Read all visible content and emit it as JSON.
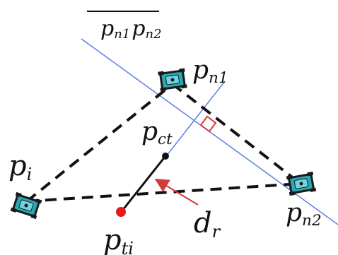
{
  "labels": {
    "overline": {
      "base1": "p",
      "sub1": "n1",
      "base2": "p",
      "sub2": "n2"
    },
    "p_n1": {
      "base": "p",
      "sub": "n1"
    },
    "p_ct": {
      "base": "p",
      "sub": "ct"
    },
    "p_i": {
      "base": "p",
      "sub": "i"
    },
    "p_n2": {
      "base": "p",
      "sub": "n2"
    },
    "p_ti": {
      "base": "p",
      "sub": "ti"
    },
    "d_r": {
      "base": "d",
      "sub": "r"
    }
  },
  "colors": {
    "blue_line": "#5b7fe6",
    "dashed_edges": "#111111",
    "right_angle": "#d23a3a",
    "target_dot": "#e01b1b",
    "center_dot": "#111111",
    "arrow": "#d23a3a",
    "robot_body": "#2aa6b5",
    "robot_dark": "#1a1a1a"
  },
  "icons": {
    "robot": "robot-icon"
  }
}
